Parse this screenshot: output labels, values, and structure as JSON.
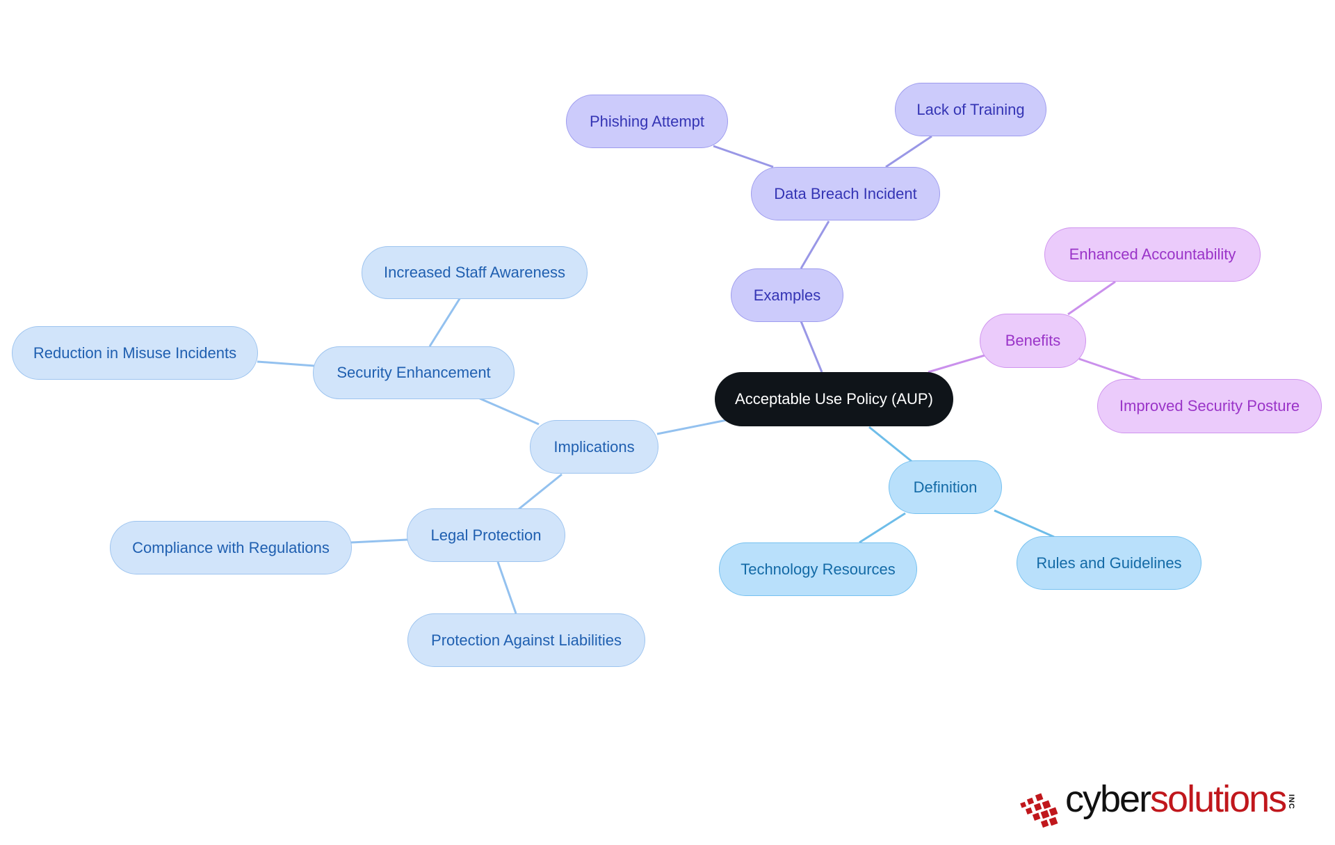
{
  "diagram": {
    "root": "Acceptable Use Policy (AUP)",
    "branches": {
      "implications": {
        "label": "Implications",
        "security_enhancement": {
          "label": "Security Enhancement",
          "children": [
            "Increased Staff Awareness",
            "Reduction in Misuse Incidents"
          ]
        },
        "legal_protection": {
          "label": "Legal Protection",
          "children": [
            "Compliance with Regulations",
            "Protection Against Liabilities"
          ]
        }
      },
      "definition": {
        "label": "Definition",
        "children": [
          "Technology Resources",
          "Rules and Guidelines"
        ]
      },
      "examples": {
        "label": "Examples",
        "data_breach": {
          "label": "Data Breach Incident",
          "children": [
            "Phishing Attempt",
            "Lack of Training"
          ]
        }
      },
      "benefits": {
        "label": "Benefits",
        "children": [
          "Enhanced Accountability",
          "Improved Security Posture"
        ]
      }
    },
    "colors": {
      "root": "#0f1419",
      "implications": "#9cc3ef",
      "definition": "#74c0f0",
      "examples": "#9d9bee",
      "benefits": "#cf93ee"
    }
  },
  "logo": {
    "part1": "cyber",
    "part2": "solutions",
    "suffix": "INC"
  }
}
